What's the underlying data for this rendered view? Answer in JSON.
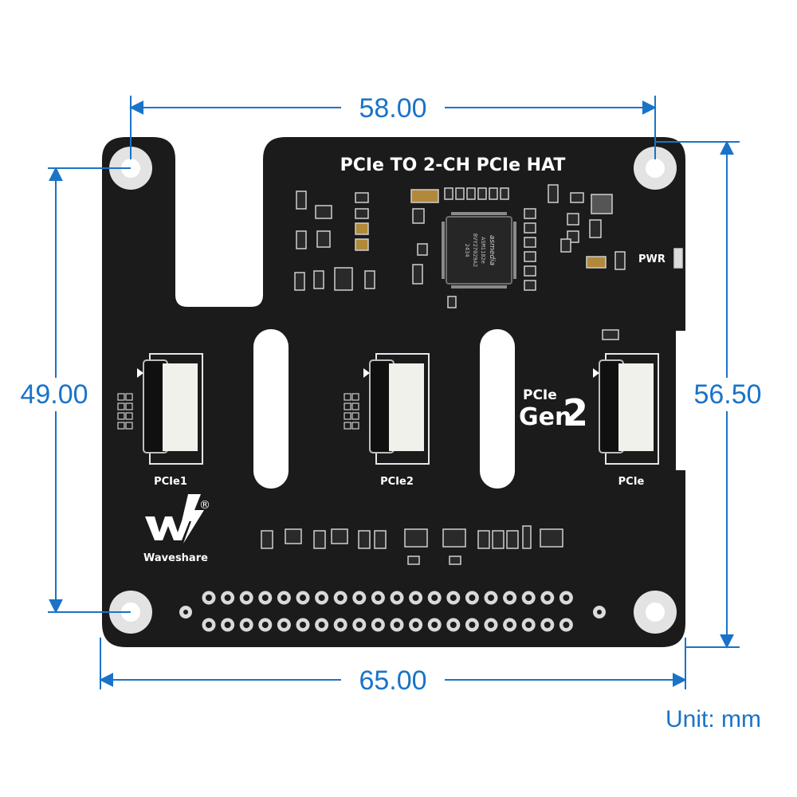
{
  "board": {
    "title": "PCIe TO 2-CH PCIe HAT",
    "pwr_label": "PWR",
    "chip_marking": [
      "asmedia",
      "ASM1182e",
      "BVY27029A2",
      "2434"
    ],
    "connectors": [
      {
        "label": "PCIe1"
      },
      {
        "label": "PCIe2"
      },
      {
        "label": "PCIe"
      }
    ],
    "gen_badge": {
      "prefix": "PCIe",
      "main": "Gen",
      "number": "2"
    },
    "brand": {
      "name": "Waveshare",
      "registered": "®"
    }
  },
  "dimensions": {
    "top_width": "58.00",
    "bottom_width": "65.00",
    "left_height": "49.00",
    "right_height": "56.50",
    "unit": "Unit: mm"
  },
  "colors": {
    "dimension_blue": "#1a73c8",
    "board_black": "#1b1b1b",
    "silkscreen": "#ffffff",
    "hole_ring": "#e3e3e3"
  }
}
